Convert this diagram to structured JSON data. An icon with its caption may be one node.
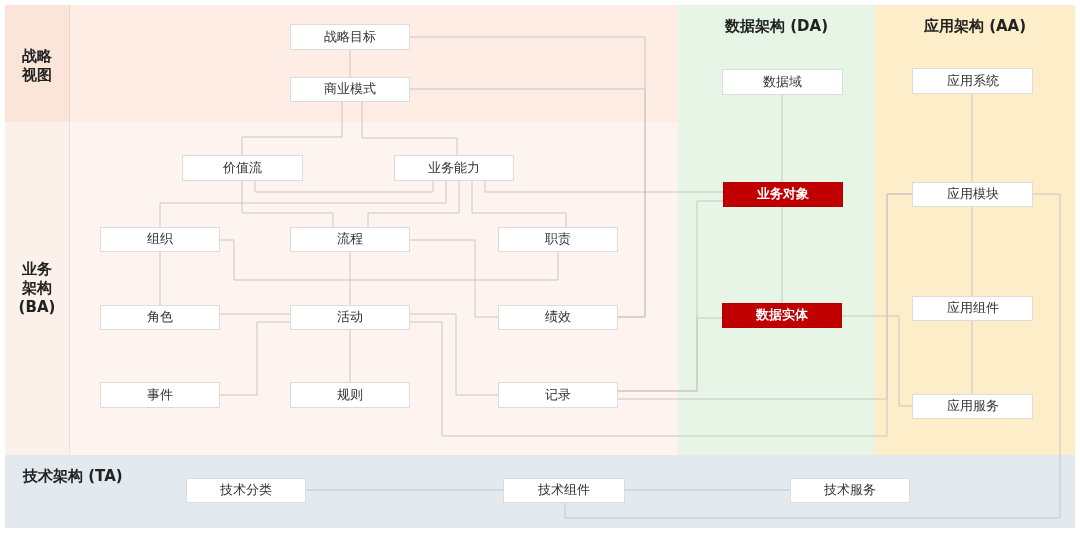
{
  "diagram": {
    "nodes": [
      {
        "text": [
          "战略视图"
        ]
      },
      {
        "text": [
          "业务架构 (BA)"
        ]
      },
      {
        "text": [
          "数据架构 (DA)"
        ]
      },
      {
        "text": [
          "应用架构 (AA)"
        ]
      },
      {
        "text": [
          "技术架构 (TA)"
        ]
      },
      {
        "text": [
          "战略目标"
        ],
        "in": 0
      },
      {
        "text": [
          "商业模式"
        ],
        "in": 0
      },
      {
        "text": [
          "价值流"
        ],
        "in": 1
      },
      {
        "text": [
          "业务能力"
        ],
        "in": 1
      },
      {
        "text": [
          "组织"
        ],
        "in": 1
      },
      {
        "text": [
          "流程"
        ],
        "in": 1
      },
      {
        "text": [
          "职责"
        ],
        "in": 1
      },
      {
        "text": [
          "角色"
        ],
        "in": 1
      },
      {
        "text": [
          "活动"
        ],
        "in": 1
      },
      {
        "text": [
          "绩效"
        ],
        "in": 1
      },
      {
        "text": [
          "事件"
        ],
        "in": 1
      },
      {
        "text": [
          "规则"
        ],
        "in": 1
      },
      {
        "text": [
          "记录"
        ],
        "in": 1
      },
      {
        "text": [
          "数据域"
        ],
        "in": 2
      },
      {
        "text": [
          "业务对象"
        ],
        "in": 2
      },
      {
        "text": [
          "数据实体"
        ],
        "in": 2
      },
      {
        "text": [
          "应用系统"
        ],
        "in": 3
      },
      {
        "text": [
          "应用模块"
        ],
        "in": 3
      },
      {
        "text": [
          "应用组件"
        ],
        "in": 3
      },
      {
        "text": [
          "应用服务"
        ],
        "in": 3
      },
      {
        "text": [
          "技术分类"
        ],
        "in": 4
      },
      {
        "text": [
          "技术组件"
        ],
        "in": 4
      },
      {
        "text": [
          "技术服务"
        ],
        "in": 4
      }
    ],
    "edges": [
      {
        "from": 5,
        "to": 6,
        "arrow": "none"
      },
      {
        "from": 5,
        "to": 14,
        "arrow": "none"
      },
      {
        "from": 6,
        "to": 14,
        "arrow": "none"
      },
      {
        "from": 6,
        "to": 7,
        "arrow": "none"
      },
      {
        "from": 6,
        "to": 8,
        "arrow": "none"
      },
      {
        "from": 7,
        "to": 8,
        "arrow": "none"
      },
      {
        "from": 8,
        "to": 9,
        "arrow": "none"
      },
      {
        "from": 7,
        "to": 10,
        "arrow": "none"
      },
      {
        "from": 8,
        "to": 10,
        "arrow": "none"
      },
      {
        "from": 8,
        "to": 11,
        "arrow": "none"
      },
      {
        "from": 8,
        "to": 19,
        "arrow": "none"
      },
      {
        "from": 9,
        "to": 11,
        "arrow": "none"
      },
      {
        "from": 9,
        "to": 12,
        "arrow": "none"
      },
      {
        "from": 10,
        "to": 14,
        "arrow": "none"
      },
      {
        "from": 10,
        "to": 13,
        "arrow": "none"
      },
      {
        "from": 12,
        "to": 13,
        "arrow": "none"
      },
      {
        "from": 15,
        "to": 13,
        "arrow": "none"
      },
      {
        "from": 13,
        "to": 16,
        "arrow": "none"
      },
      {
        "from": 13,
        "to": 17,
        "arrow": "none"
      },
      {
        "from": 13,
        "to": 22,
        "arrow": "none"
      },
      {
        "from": 17,
        "to": 19,
        "arrow": "none"
      },
      {
        "from": 17,
        "to": 20,
        "arrow": "none"
      },
      {
        "from": 17,
        "to": 22,
        "arrow": "none"
      },
      {
        "from": 20,
        "to": 24,
        "arrow": "none"
      },
      {
        "from": 18,
        "to": 19,
        "arrow": "none"
      },
      {
        "from": 19,
        "to": 20,
        "arrow": "none"
      },
      {
        "from": 21,
        "to": 22,
        "arrow": "none"
      },
      {
        "from": 22,
        "to": 23,
        "arrow": "none"
      },
      {
        "from": 23,
        "to": 24,
        "arrow": "none"
      },
      {
        "from": 22,
        "to": 26,
        "arrow": "none"
      },
      {
        "from": 25,
        "to": 26,
        "arrow": "none"
      },
      {
        "from": 26,
        "to": 27,
        "arrow": "none"
      }
    ]
  }
}
